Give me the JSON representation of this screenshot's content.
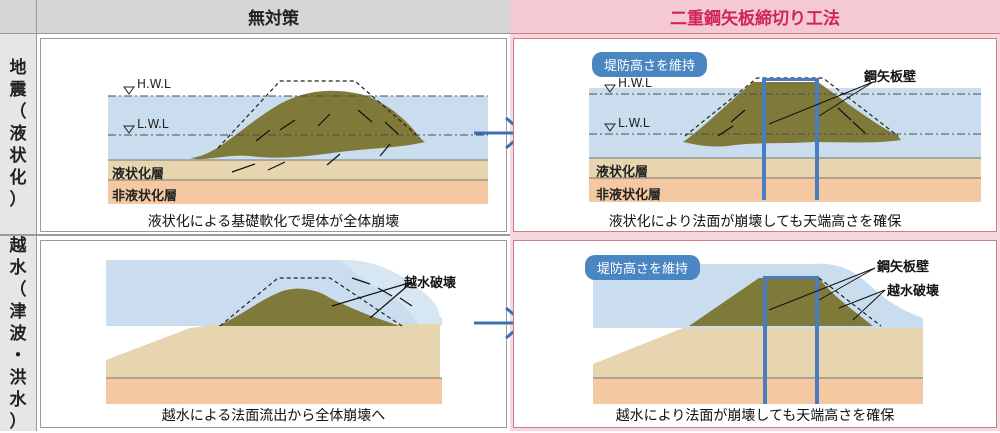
{
  "header": {
    "col_left": "無対策",
    "col_right": "二重鋼矢板締切り工法"
  },
  "rows": {
    "earthquake": [
      "地",
      "震",
      "（",
      "液",
      "状",
      "化",
      "）"
    ],
    "overflow": [
      "越",
      "水",
      "（",
      "津",
      "波",
      "・",
      "洪",
      "水",
      "）"
    ]
  },
  "labels": {
    "hwl": "H.W.L",
    "lwl": "L.W.L",
    "liquefaction_layer": "液状化層",
    "non_liquefaction_layer": "非液状化層",
    "sheet_pile_wall": "鋼矢板壁",
    "overflow_failure": "越水破壊",
    "keep_height": "堤防高さを維持"
  },
  "captions": {
    "eq_left": "液状化による基礎軟化で堤体が全体崩壊",
    "eq_right": "液状化により法面が崩壊しても天端高さを確保",
    "ov_left": "越水による法面流出から全体崩壊へ",
    "ov_right": "越水により法面が崩壊しても天端高さを確保"
  },
  "colors": {
    "header_gray": "#d6d6d6",
    "header_pink": "#f4c9d1",
    "header_pink_text": "#d0245a",
    "water": "#c9ddee",
    "sand": "#e6d5ae",
    "base": "#f4c9a2",
    "embankment": "#807a3a",
    "pile": "#4a7cc0",
    "arrow": "#3b6fb5"
  }
}
